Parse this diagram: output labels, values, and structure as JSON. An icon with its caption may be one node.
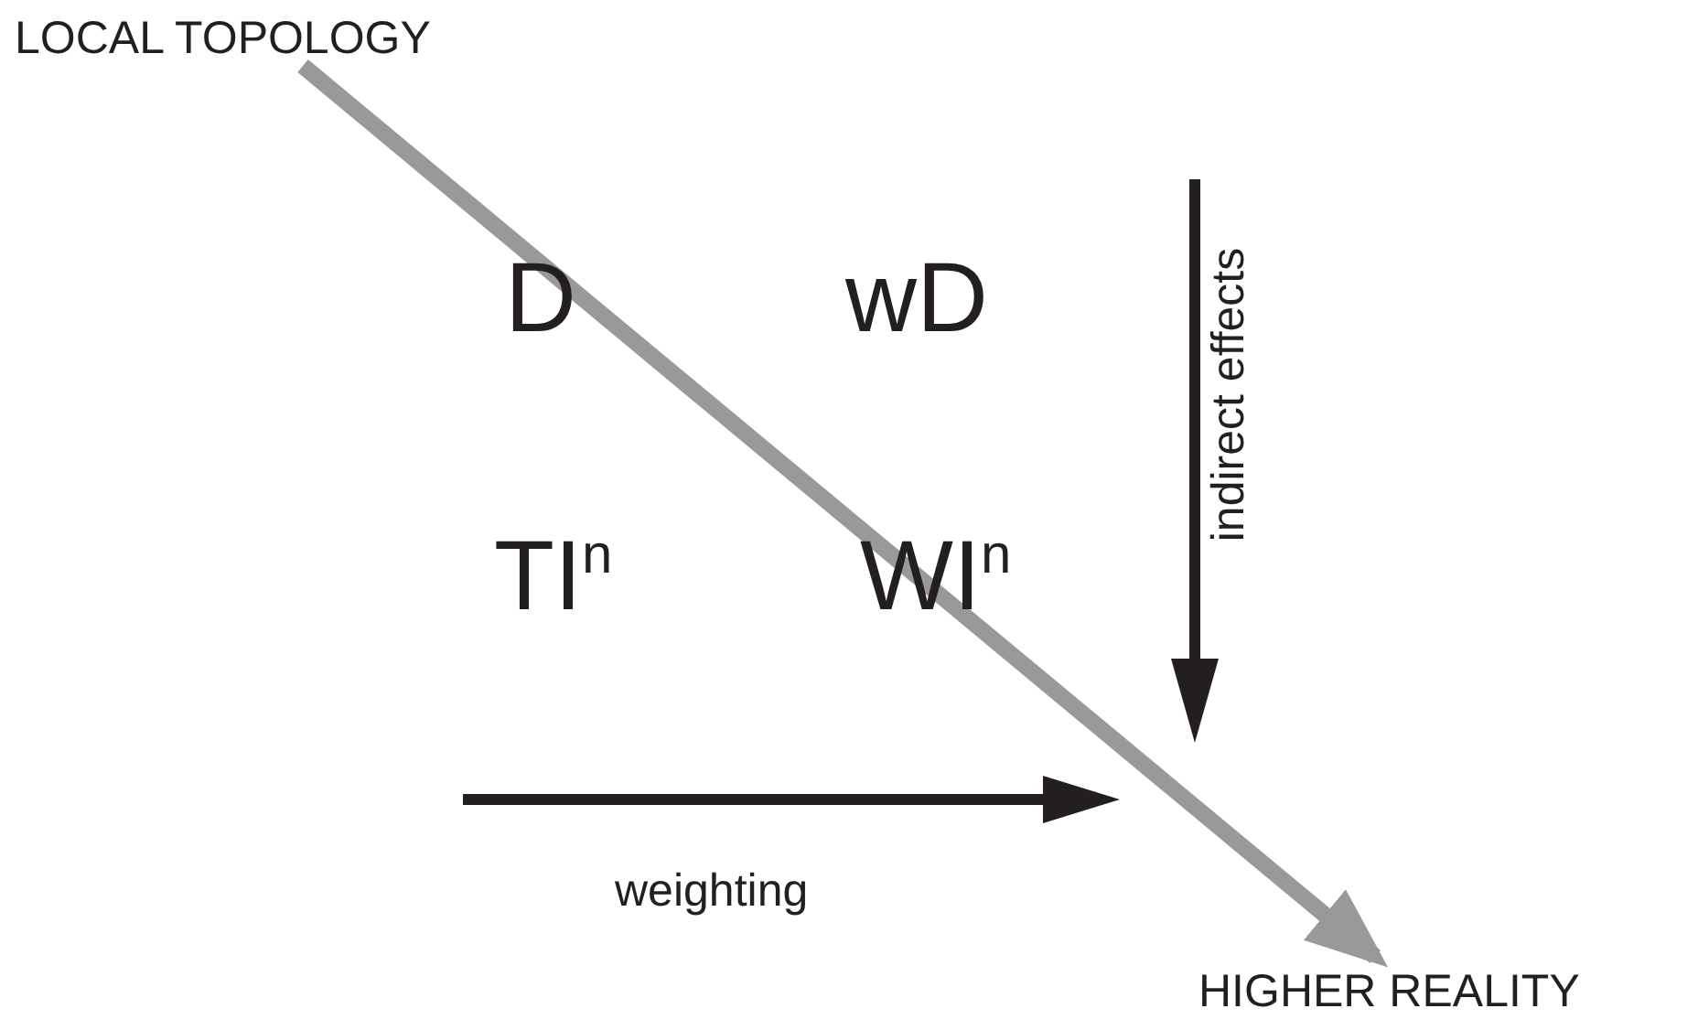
{
  "diagram": {
    "nodes": [
      {
        "text": [
          "LOCAL TOPOLOGY"
        ]
      },
      {
        "text": [
          "HIGHER REALITY"
        ]
      }
    ],
    "edges": [
      {
        "from": 0,
        "to": 1,
        "arrow": "to",
        "color": "#999999"
      }
    ],
    "labels": [
      "D",
      "wD",
      "TI$^{n}$",
      "WI$^{n}$",
      "indirect effects",
      "weighting"
    ]
  }
}
